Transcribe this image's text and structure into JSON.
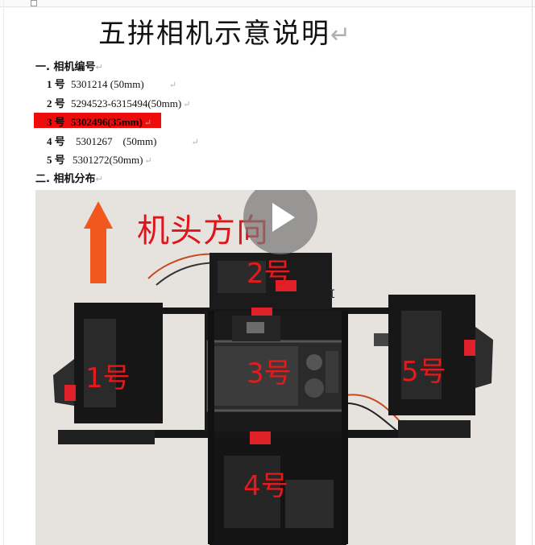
{
  "document": {
    "title": "五拼相机示意说明",
    "paragraph_mark": "↵"
  },
  "section1": {
    "heading": "一. 相机编号"
  },
  "cameras": [
    {
      "num": "1",
      "hao": "号",
      "model": "5301214 (50mm)"
    },
    {
      "num": "2",
      "hao": "号",
      "model": "5294523-6315494(50mm)"
    },
    {
      "num": "3",
      "hao": "号",
      "model": "5302496(35mm)"
    },
    {
      "num": "4",
      "hao": "号",
      "model": "5301267    (50mm)"
    },
    {
      "num": "5",
      "hao": "号",
      "model": "5301272(50mm)"
    }
  ],
  "section2": {
    "heading": "二. 相机分布"
  },
  "photo": {
    "direction_label": "机头方向",
    "tags": [
      "1号",
      "2号",
      "3号",
      "4号",
      "5号"
    ]
  },
  "colors": {
    "highlight": "#ee0b0b",
    "annotation_red": "#e41a1c",
    "arrow_orange": "#f2571e"
  }
}
